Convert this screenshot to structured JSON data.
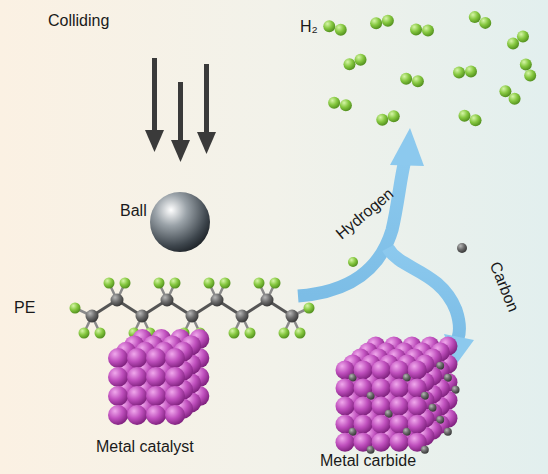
{
  "diagram": {
    "labels": [
      "Colliding",
      "Ball",
      "PE",
      "Metal catalyst",
      "H₂",
      "Hydrogen",
      "Carbon",
      "Metal carbide"
    ]
  }
}
